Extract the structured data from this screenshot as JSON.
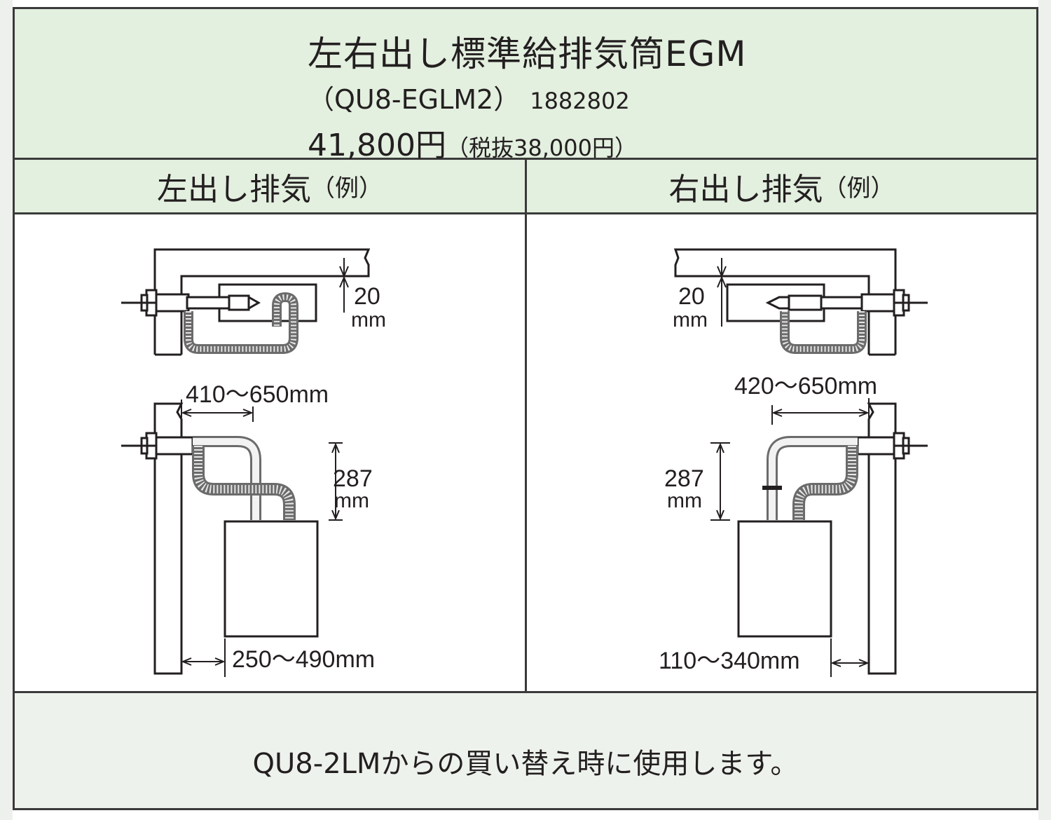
{
  "product": {
    "title": "左右出し標準給排気筒EGM",
    "model": "（QU8-EGLM2）",
    "code": "1882802",
    "price": "41,800円",
    "price_ex_tax": "（税抜38,000円）"
  },
  "columns": {
    "left_heading": "左出し排気",
    "left_suffix": "（例）",
    "right_heading": "右出し排気",
    "right_suffix": "（例）"
  },
  "left_diagram": {
    "clearance_value": "20",
    "clearance_unit": "mm",
    "pipe_length": "410～650mm",
    "height_value": "287",
    "height_unit": "mm",
    "wall_offset": "250～490mm"
  },
  "right_diagram": {
    "clearance_value": "20",
    "clearance_unit": "mm",
    "pipe_length": "420～650mm",
    "height_value": "287",
    "height_unit": "mm",
    "wall_offset": "110～340mm"
  },
  "note": "QU8-2LMからの買い替え時に使用します。"
}
